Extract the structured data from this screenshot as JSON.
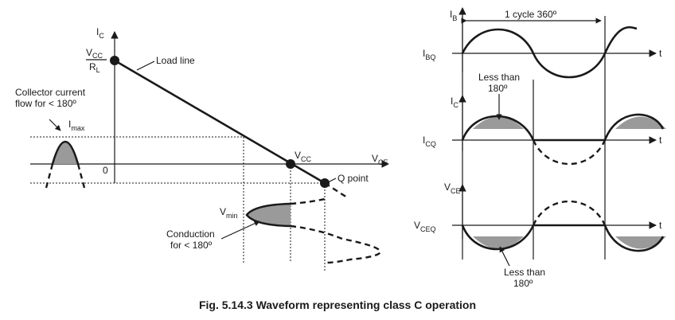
{
  "left": {
    "ic_axis": "I",
    "ic_axis_sub": "C",
    "vce_axis": "V",
    "vce_axis_sub": "CE",
    "origin": "0",
    "vcc_rl_num": "V",
    "vcc_rl_num_sub": "CC",
    "vcc_rl_den": "R",
    "vcc_rl_den_sub": "L",
    "load_line": "Load line",
    "collector_line1": "Collector current",
    "collector_line2": "flow for < 180º",
    "imax": "I",
    "imax_sub": "max",
    "vcc_point": "V",
    "vcc_point_sub": "CC",
    "q_point": "Q point",
    "vmin": "V",
    "vmin_sub": "min",
    "conduction_line1": "Conduction",
    "conduction_line2": "for < 180º"
  },
  "right": {
    "ib_axis": "I",
    "ib_axis_sub": "B",
    "cycle": "1 cycle 360º",
    "ibq": "I",
    "ibq_sub": "BQ",
    "t1": "t",
    "less1_line1": "Less than",
    "less1_line2": "180º",
    "ic_axis": "I",
    "ic_axis_sub": "C",
    "icq": "I",
    "icq_sub": "CQ",
    "t2": "t",
    "vce_axis": "V",
    "vce_axis_sub": "CE",
    "vceq": "V",
    "vceq_sub": "CEQ",
    "t3": "t",
    "less2_line1": "Less than",
    "less2_line2": "180º"
  },
  "caption": "Fig. 5.14.3 Waveform representing class C operation",
  "colors": {
    "ink": "#1a1a1a",
    "shade": "#9a9a9a"
  }
}
